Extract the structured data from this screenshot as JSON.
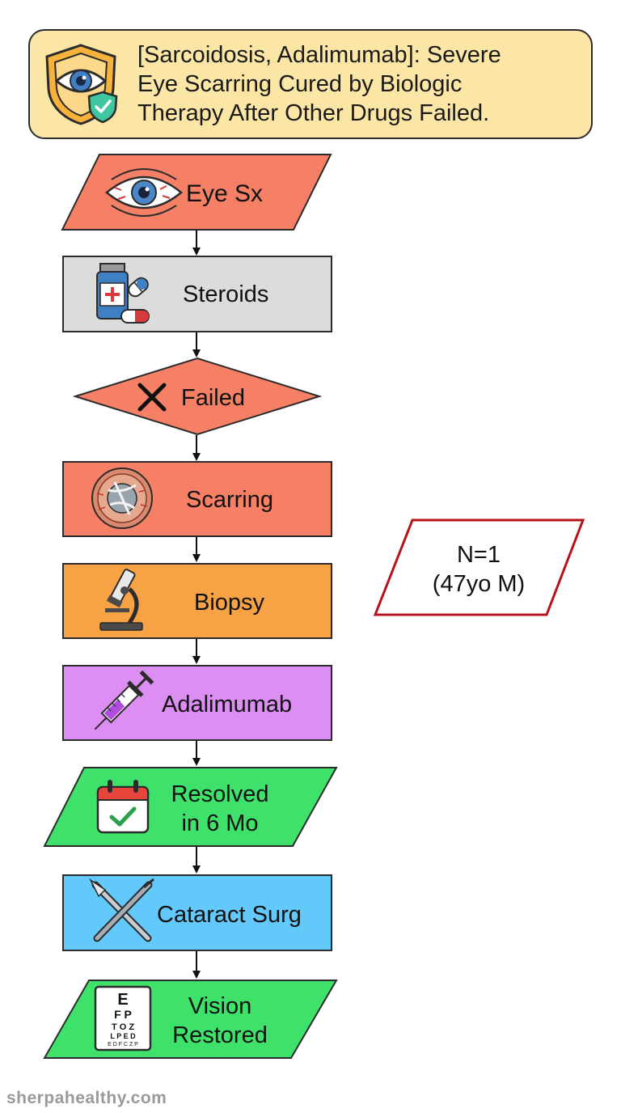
{
  "title": {
    "lines": [
      "[Sarcoidosis, Adalimumab]: Severe",
      "Eye Scarring Cured by Biologic",
      "Therapy After Other Drugs Failed."
    ]
  },
  "nodes": [
    {
      "id": "eye_sx",
      "lines": [
        "Eye Sx"
      ],
      "shape": "parallelogram",
      "color": "#f58066",
      "icon": "red-eye-icon"
    },
    {
      "id": "steroids",
      "lines": [
        "Steroids"
      ],
      "shape": "rectangle",
      "color": "#dcdcdc",
      "icon": "medicine-bottle-pills-icon"
    },
    {
      "id": "failed",
      "lines": [
        "Failed"
      ],
      "shape": "diamond",
      "color": "#f58066",
      "icon": "cross-mark-icon"
    },
    {
      "id": "scarring",
      "lines": [
        "Scarring"
      ],
      "shape": "rectangle",
      "color": "#f58066",
      "icon": "scarred-eye-icon"
    },
    {
      "id": "biopsy",
      "lines": [
        "Biopsy"
      ],
      "shape": "rectangle",
      "color": "#f7a345",
      "icon": "microscope-icon"
    },
    {
      "id": "adalimumab",
      "lines": [
        "Adalimumab"
      ],
      "shape": "rectangle",
      "color": "#dc8ef2",
      "icon": "syringe-icon"
    },
    {
      "id": "resolved",
      "lines": [
        "Resolved",
        "in 6 Mo"
      ],
      "shape": "parallelogram",
      "color": "#3ee26a",
      "icon": "calendar-check-icon"
    },
    {
      "id": "cataract",
      "lines": [
        "Cataract Surg"
      ],
      "shape": "rectangle",
      "color": "#63c9fb",
      "icon": "scalpel-forceps-icon"
    },
    {
      "id": "vision",
      "lines": [
        "Vision",
        "Restored"
      ],
      "shape": "parallelogram",
      "color": "#3ee26a",
      "icon": "eye-chart-icon"
    }
  ],
  "side_note": {
    "lines": [
      "N=1",
      "(47yo M)"
    ],
    "shape": "parallelogram",
    "border_color": "#b5121b"
  },
  "eye_chart_rows": [
    "E",
    "F P",
    "T O Z",
    "L P E D",
    "E D F C Z P"
  ],
  "footer": "sherpahealthy.com"
}
